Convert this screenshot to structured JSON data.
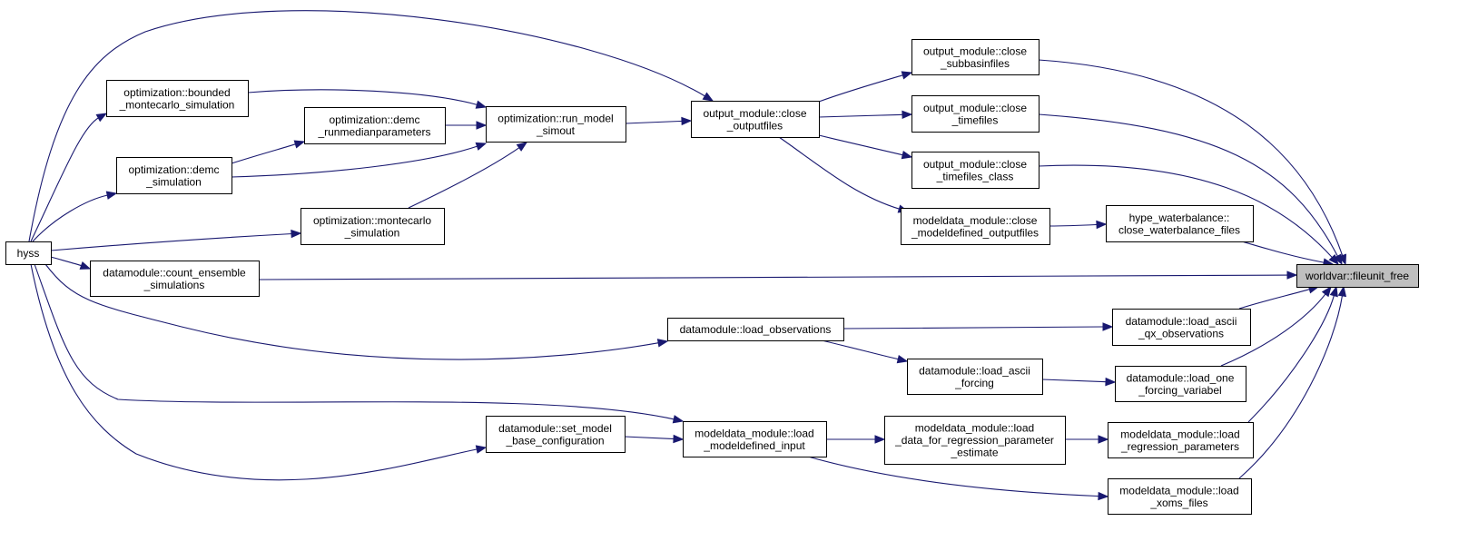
{
  "colors": {
    "edge": "#191970",
    "node_fill": "#ffffff",
    "root_fill": "#bfbfbf",
    "text": "#000000"
  },
  "nodes": {
    "hyss": {
      "lines": [
        "hyss"
      ]
    },
    "opt_bounded": {
      "lines": [
        "optimization::bounded",
        "_montecarlo_simulation"
      ]
    },
    "opt_demc_runmedian": {
      "lines": [
        "optimization::demc",
        "_runmedianparameters"
      ]
    },
    "opt_demc_sim": {
      "lines": [
        "optimization::demc",
        "_simulation"
      ]
    },
    "opt_montecarlo": {
      "lines": [
        "optimization::montecarlo",
        "_simulation"
      ]
    },
    "opt_run_model": {
      "lines": [
        "optimization::run_model",
        "_simout"
      ]
    },
    "out_close_outputfiles": {
      "lines": [
        "output_module::close",
        "_outputfiles"
      ]
    },
    "out_close_subbasin": {
      "lines": [
        "output_module::close",
        "_subbasinfiles"
      ]
    },
    "out_close_timefiles": {
      "lines": [
        "output_module::close",
        "_timefiles"
      ]
    },
    "out_close_timefiles_class": {
      "lines": [
        "output_module::close",
        "_timefiles_class"
      ]
    },
    "md_close_modeldefined": {
      "lines": [
        "modeldata_module::close",
        "_modeldefined_outputfiles"
      ]
    },
    "hype_waterbalance": {
      "lines": [
        "hype_waterbalance::",
        "close_waterbalance_files"
      ]
    },
    "dm_count_ensemble": {
      "lines": [
        "datamodule::count_ensemble",
        "_simulations"
      ]
    },
    "worldvar_fileunit_free": {
      "lines": [
        "worldvar::fileunit_free"
      ]
    },
    "dm_load_observations": {
      "lines": [
        "datamodule::load_observations"
      ]
    },
    "dm_load_ascii_qx": {
      "lines": [
        "datamodule::load_ascii",
        "_qx_observations"
      ]
    },
    "dm_load_ascii_forcing": {
      "lines": [
        "datamodule::load_ascii",
        "_forcing"
      ]
    },
    "dm_load_one_forcing": {
      "lines": [
        "datamodule::load_one",
        "_forcing_variabel"
      ]
    },
    "dm_set_model_base": {
      "lines": [
        "datamodule::set_model",
        "_base_configuration"
      ]
    },
    "md_load_modeldefined": {
      "lines": [
        "modeldata_module::load",
        "_modeldefined_input"
      ]
    },
    "md_load_data_regression": {
      "lines": [
        "modeldata_module::load",
        "_data_for_regression_parameter",
        "_estimate"
      ]
    },
    "md_load_regression_params": {
      "lines": [
        "modeldata_module::load",
        "_regression_parameters"
      ]
    },
    "md_load_xoms": {
      "lines": [
        "modeldata_module::load",
        "_xoms_files"
      ]
    }
  },
  "edges": [
    [
      "hyss",
      "opt_bounded"
    ],
    [
      "hyss",
      "opt_demc_sim"
    ],
    [
      "hyss",
      "opt_montecarlo"
    ],
    [
      "hyss",
      "out_close_outputfiles"
    ],
    [
      "hyss",
      "dm_count_ensemble"
    ],
    [
      "hyss",
      "dm_load_observations"
    ],
    [
      "hyss",
      "md_load_modeldefined"
    ],
    [
      "hyss",
      "dm_set_model_base"
    ],
    [
      "opt_bounded",
      "opt_run_model"
    ],
    [
      "opt_demc_sim",
      "opt_demc_runmedian"
    ],
    [
      "opt_demc_sim",
      "opt_run_model"
    ],
    [
      "opt_demc_runmedian",
      "opt_run_model"
    ],
    [
      "opt_montecarlo",
      "opt_run_model"
    ],
    [
      "opt_run_model",
      "out_close_outputfiles"
    ],
    [
      "out_close_outputfiles",
      "out_close_subbasin"
    ],
    [
      "out_close_outputfiles",
      "out_close_timefiles"
    ],
    [
      "out_close_outputfiles",
      "out_close_timefiles_class"
    ],
    [
      "out_close_outputfiles",
      "md_close_modeldefined"
    ],
    [
      "md_close_modeldefined",
      "hype_waterbalance"
    ],
    [
      "out_close_subbasin",
      "worldvar_fileunit_free"
    ],
    [
      "out_close_timefiles",
      "worldvar_fileunit_free"
    ],
    [
      "out_close_timefiles_class",
      "worldvar_fileunit_free"
    ],
    [
      "hype_waterbalance",
      "worldvar_fileunit_free"
    ],
    [
      "dm_count_ensemble",
      "worldvar_fileunit_free"
    ],
    [
      "dm_load_observations",
      "dm_load_ascii_qx"
    ],
    [
      "dm_load_observations",
      "dm_load_ascii_forcing"
    ],
    [
      "dm_load_ascii_forcing",
      "dm_load_one_forcing"
    ],
    [
      "dm_load_ascii_qx",
      "worldvar_fileunit_free"
    ],
    [
      "dm_load_one_forcing",
      "worldvar_fileunit_free"
    ],
    [
      "dm_set_model_base",
      "md_load_modeldefined"
    ],
    [
      "md_load_modeldefined",
      "md_load_data_regression"
    ],
    [
      "md_load_modeldefined",
      "md_load_xoms"
    ],
    [
      "md_load_data_regression",
      "md_load_regression_params"
    ],
    [
      "md_load_regression_params",
      "worldvar_fileunit_free"
    ],
    [
      "md_load_xoms",
      "worldvar_fileunit_free"
    ]
  ]
}
